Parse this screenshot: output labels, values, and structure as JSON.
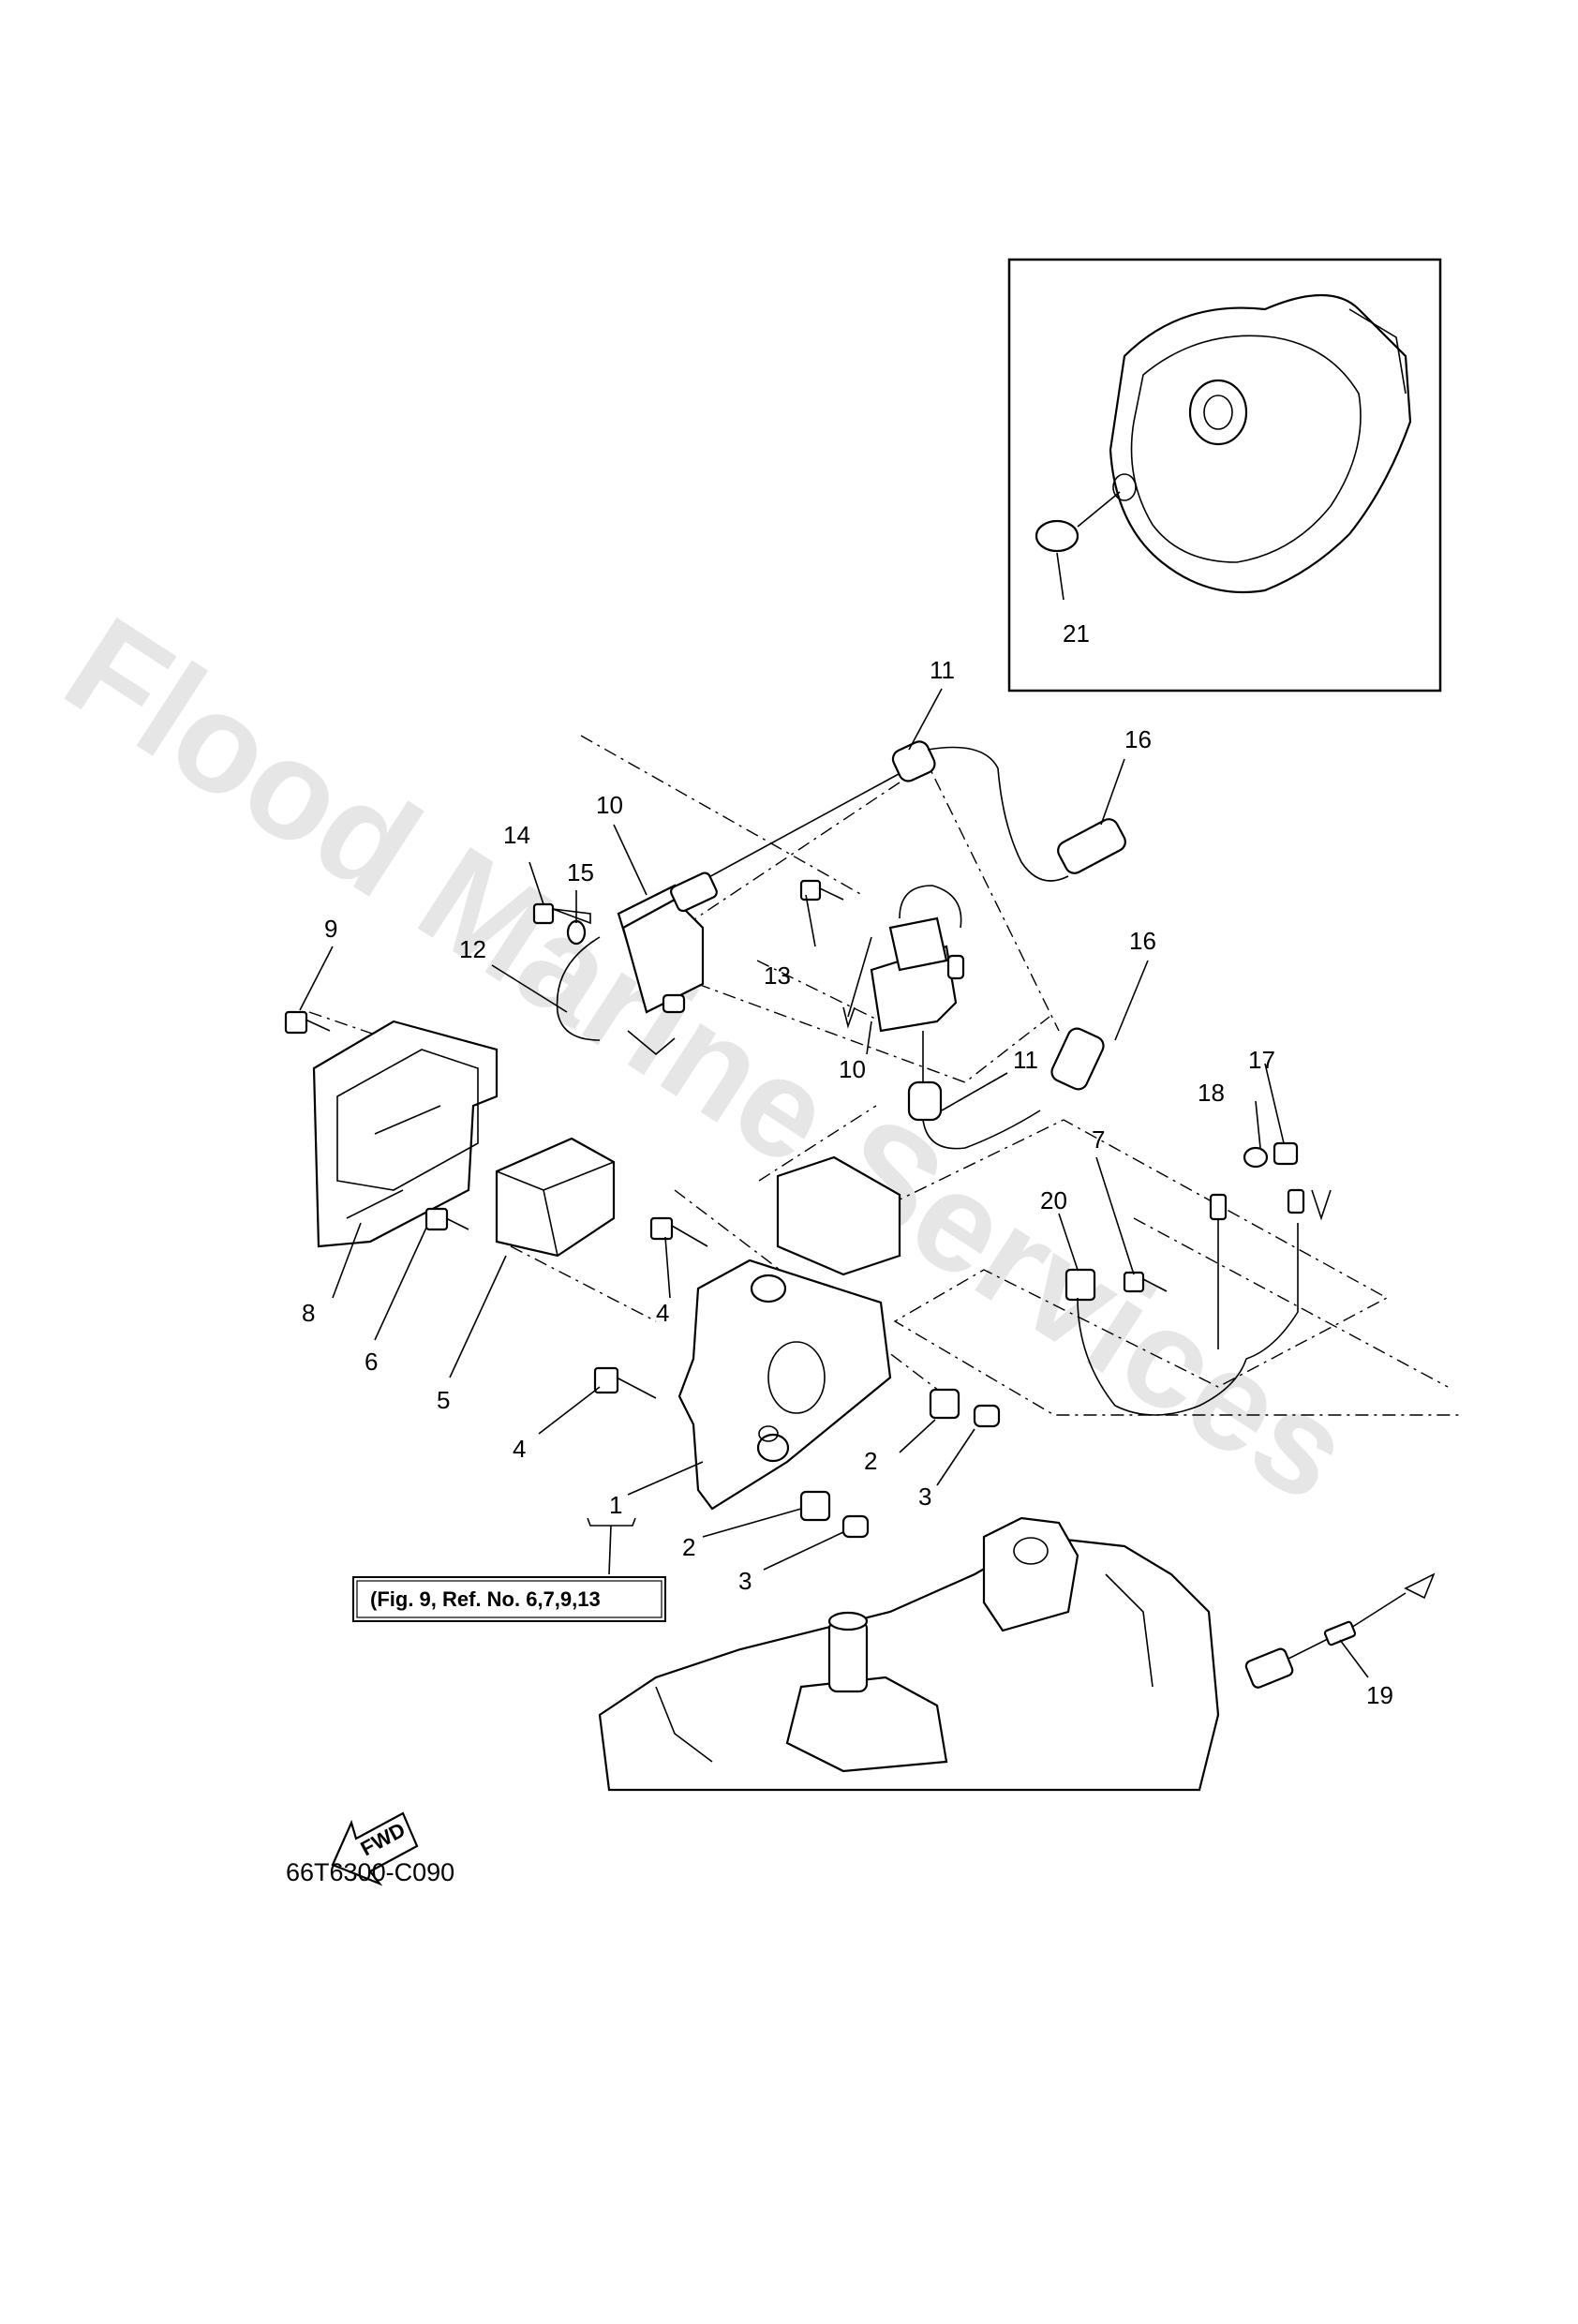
{
  "watermark": "Flood Marine Services",
  "diagram_code": "66T6300-C090",
  "reference_box": "(Fig. 9, Ref. No. 6,7,9,13",
  "fwd_label": "FWD",
  "callouts": {
    "c1": "1",
    "c2a": "2",
    "c2b": "2",
    "c3a": "3",
    "c3b": "3",
    "c4a": "4",
    "c4b": "4",
    "c5": "5",
    "c6": "6",
    "c7": "7",
    "c8": "8",
    "c9": "9",
    "c10a": "10",
    "c10b": "10",
    "c11a": "11",
    "c11b": "11",
    "c12": "12",
    "c13": "13",
    "c14": "14",
    "c15": "15",
    "c16a": "16",
    "c16b": "16",
    "c17": "17",
    "c18": "18",
    "c19": "19",
    "c20": "20",
    "c21": "21"
  }
}
